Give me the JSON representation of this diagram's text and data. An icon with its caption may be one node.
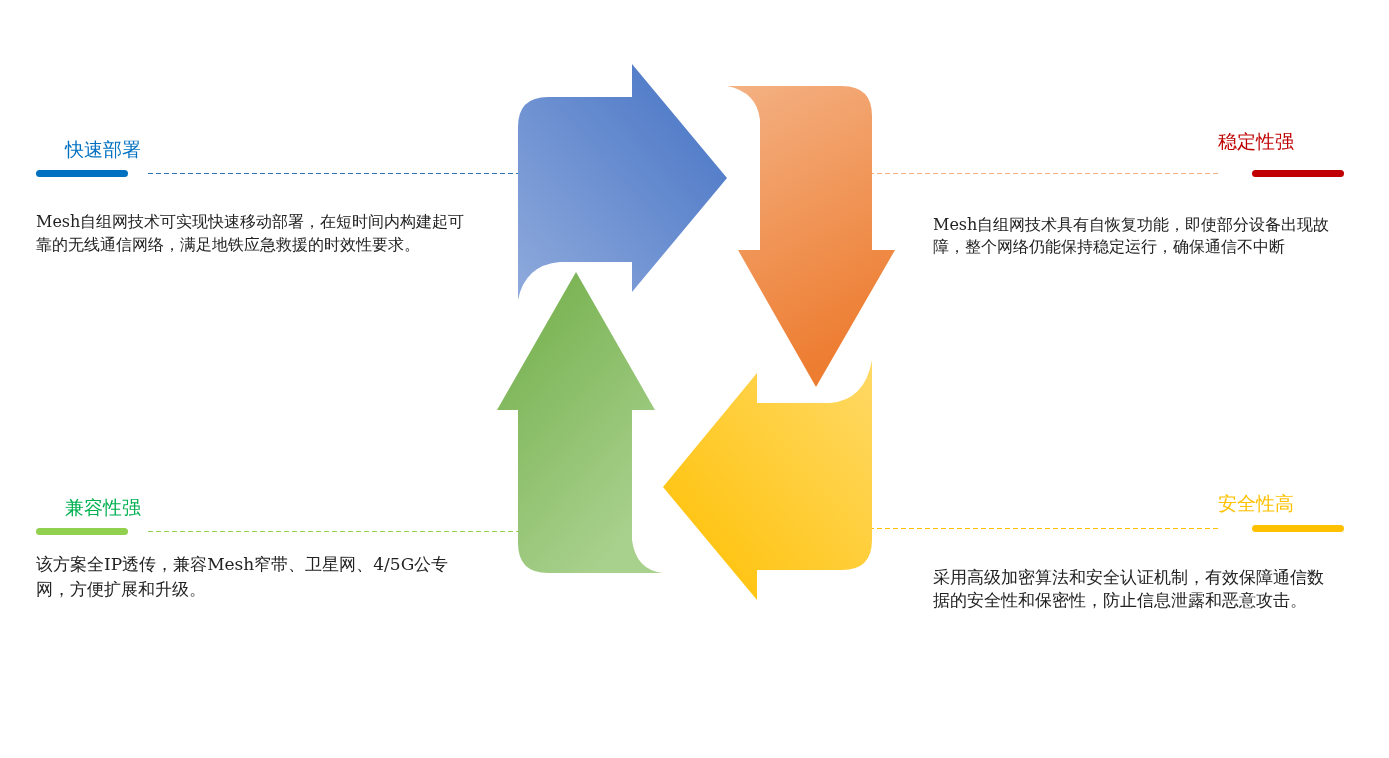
{
  "diagram": {
    "nodes": [
      {
        "text": [
          "快速部署"
        ],
        "beside": [
          "Mesh自组网技术可实现快速移动部署，在短时间内构建起可靠的无线通信网络，满足地铁应急救援的时效性要求。"
        ]
      },
      {
        "text": [],
        "shape": "arrow"
      },
      {
        "text": [],
        "shape": "arrow"
      },
      {
        "text": [
          "稳定性强"
        ],
        "beside": [
          "Mesh自组网技术具有自恢复功能，即使部分设备出现故障，整个网络仍能保持稳定运行，确保通信不中断"
        ]
      },
      {
        "text": [
          "兼容性强"
        ],
        "beside": [
          "该方案全IP透传，兼容Mesh窄带、卫星网、4/5G公专网，方便扩展和升级。"
        ]
      },
      {
        "text": [],
        "shape": "arrow"
      },
      {
        "text": [],
        "shape": "arrow"
      },
      {
        "text": [
          "安全性高"
        ],
        "beside": [
          "采用高级加密算法和安全认证机制，有效保障通信数据的安全性和保密性，防止信息泄露和恶意攻击。"
        ]
      }
    ],
    "edges": [
      {
        "from": 0,
        "to": 1,
        "arrow": "none",
        "style": "dashed",
        "color": "#2e75b6"
      },
      {
        "from": 3,
        "to": 2,
        "arrow": "none",
        "style": "dashed",
        "color": "#f4b183"
      },
      {
        "from": 4,
        "to": 5,
        "arrow": "none",
        "style": "dashed",
        "color": "#92d050"
      },
      {
        "from": 7,
        "to": 6,
        "arrow": "none",
        "style": "dashed",
        "color": "#ffc000"
      }
    ]
  }
}
